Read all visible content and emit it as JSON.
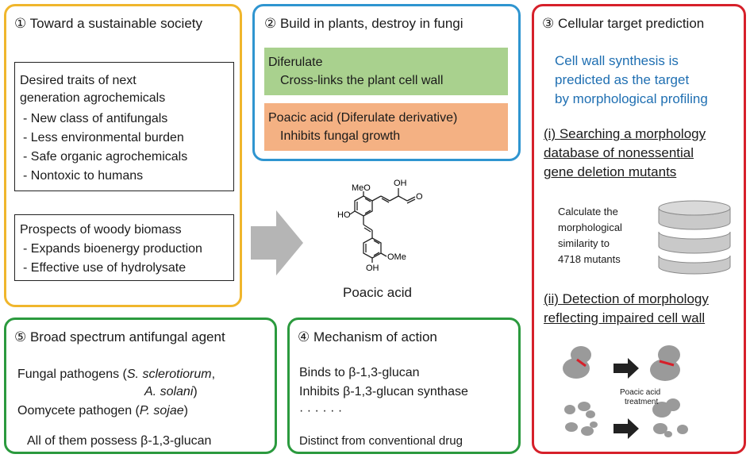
{
  "panel1": {
    "title": "① Toward a sustainable society",
    "box_a": {
      "heading_line1": "Desired traits of next",
      "heading_line2": "generation agrochemicals",
      "items": [
        "- New class of antifungals",
        "- Less environmental burden",
        "- Safe organic agrochemicals",
        "- Nontoxic to humans"
      ]
    },
    "box_b": {
      "heading": "Prospects of woody biomass",
      "items": [
        "- Expands bioenergy production",
        "- Effective use of hydrolysate"
      ]
    }
  },
  "panel2": {
    "title": "② Build in plants, destroy in fungi",
    "green_line1": "Diferulate",
    "green_line2": "Cross-links the plant cell wall",
    "orange_line1": "Poacic acid (Diferulate derivative)",
    "orange_line2": "Inhibits fungal growth"
  },
  "molecule": {
    "label": "Poacic acid",
    "atoms": {
      "oh_top": "OH",
      "o_top": "O",
      "meo": "MeO",
      "ho": "HO",
      "ome": "OMe",
      "oh_bottom": "OH"
    }
  },
  "panel3": {
    "title": "③ Cellular target prediction",
    "summary_line1": "Cell wall synthesis is",
    "summary_line2": "predicted as the target",
    "summary_line3": "by morphological profiling",
    "step1_line1": "(i) Searching a morphology",
    "step1_line2": "database of nonessential",
    "step1_line3": "gene deletion mutants",
    "calc_lines": [
      "Calculate the",
      "morphological",
      "similarity to",
      "4718 mutants"
    ],
    "step2_line1": "(ii) Detection of morphology",
    "step2_line2": "reflecting impaired cell wall",
    "treatment_line1": "Poacic acid",
    "treatment_line2": "treatment"
  },
  "panel4": {
    "title": "④ Mechanism of action",
    "line1": "Binds to β-1,3-glucan",
    "line2": "Inhibits β-1,3-glucan synthase",
    "line3": "· · · · · ·",
    "line4": "Distinct from conventional drug"
  },
  "panel5": {
    "title": "⑤ Broad spectrum antifungal agent",
    "fungal_prefix": "Fungal pathogens (",
    "fungal_species1": "S. sclerotiorum",
    "fungal_comma": ",",
    "fungal_species2": "A. solani",
    "fungal_suffix": ")",
    "oomycete_prefix": "Oomycete pathogen (",
    "oomycete_species": "P. sojae",
    "oomycete_suffix": ")",
    "conclusion": "All of them possess β-1,3-glucan"
  },
  "colors": {
    "panel1_border": "#f0b62c",
    "panel2_border": "#2f95d0",
    "panel3_border": "#d6202a",
    "panel4_border": "#2b9a3e",
    "panel5_border": "#2b9a3e",
    "green_fill": "#a9d18e",
    "orange_fill": "#f4b183",
    "summary_text": "#1f6fb2",
    "arrow_gray": "#b5b5b5",
    "cell_gray": "#9a9a9a",
    "bud_neck_red": "#d6202a"
  }
}
